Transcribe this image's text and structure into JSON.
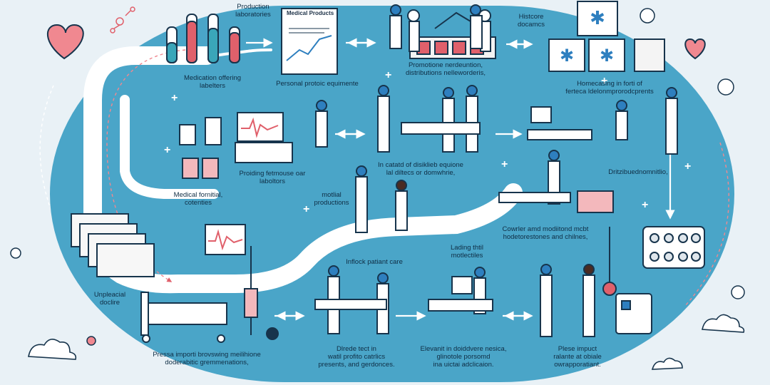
{
  "labels": {
    "production_labs": "Production\nlaboratories",
    "medical_products": "Medical Products",
    "medication_offering": "Medication offering\nlabelters",
    "personal_protective": "Personal protoic equimente",
    "promotions": "Promotione nerdeuntion,\ndistributions nelleworderis,",
    "historic_doctors": "Histcore\ndocamcs",
    "homecasing": "Homecasing in forti of\nferteca ldelonmprorodcprents",
    "proiding": "Proiding fetmouse oar\nlaboltors",
    "in_catalog": "In catatd of disiklieb equione\nlal diltecs or domwhrie,",
    "distribution_domnt": "Dritzibuednomnitlio,",
    "medical_families": "Medical fornitial,\ncotenties",
    "medical_productions": "motlial\nproductions",
    "counter_medical": "Cowrler amd modiitond mcbt\nhodetorestones and chilnes,",
    "loading_medical": "Lading thtil\nmotlectiles",
    "inflock_patient": "Inflock patiant care",
    "unpeacial": "Unpleacial\ndoclire",
    "press_import": "Pressa importi brovswing meilihione\ndoderabitic gremmenations,",
    "dlude_tect": "Dlrede tect in\nwatil profito catrlics\npresents, and gerdonces.",
    "elevant": "Elevanit in doiddvere nesica,\nglinotole porsomd\nina uictai adclicaion.",
    "plese_impact": "Plese impuct\nralante at obiale\nowrapporatiant."
  },
  "colors": {
    "background": "#e9f1f6",
    "blob": "#4aa5c8",
    "path": "#ffffff",
    "accent_red": "#e0606b",
    "navy": "#17344c"
  }
}
